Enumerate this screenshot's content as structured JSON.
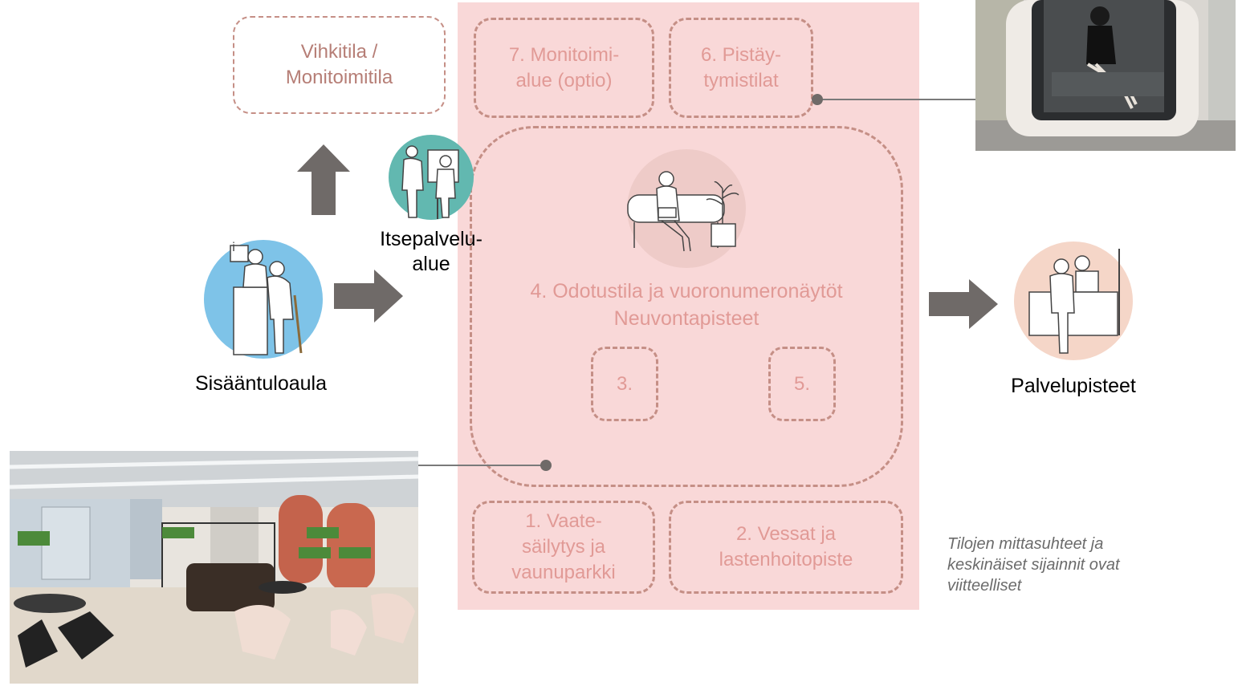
{
  "zones": {
    "vihkitila": "Vihkitila / Monitoimitila",
    "monitoimialue": "7. Monitoimi-alue (optio)",
    "pistaytymistilat": "6. Pistäy-tymistilat",
    "odotustila_line1": "4. Odotustila ja vuoronumeronäytöt",
    "odotustila_line2": "Neuvontapisteet",
    "zone3": "3.",
    "zone5": "5.",
    "vaatesailytys": "1. Vaate-säilytys ja vaunuparkki",
    "vessat": "2. Vessat ja lastenhoitopiste"
  },
  "labels": {
    "sisaantuloaula": "Sisääntuloaula",
    "itsepalvelualue": "Itsepalvelu-alue",
    "palvelupisteet": "Palvelupisteet",
    "info_mark": "i"
  },
  "note": "Tilojen mittasuhteet ja keskinäiset sijainnit ovat viitteelliset",
  "colors": {
    "zone_fill": "#f9d8d8",
    "dashed_border": "#c58f86",
    "zone_text": "#e19a96",
    "arrow": "#6f6a68",
    "entrance_circle": "#7ec3e8",
    "selfservice_circle": "#62b8b0",
    "waiting_circle": "#eecbc8",
    "service_circle": "#f5d6c8"
  }
}
